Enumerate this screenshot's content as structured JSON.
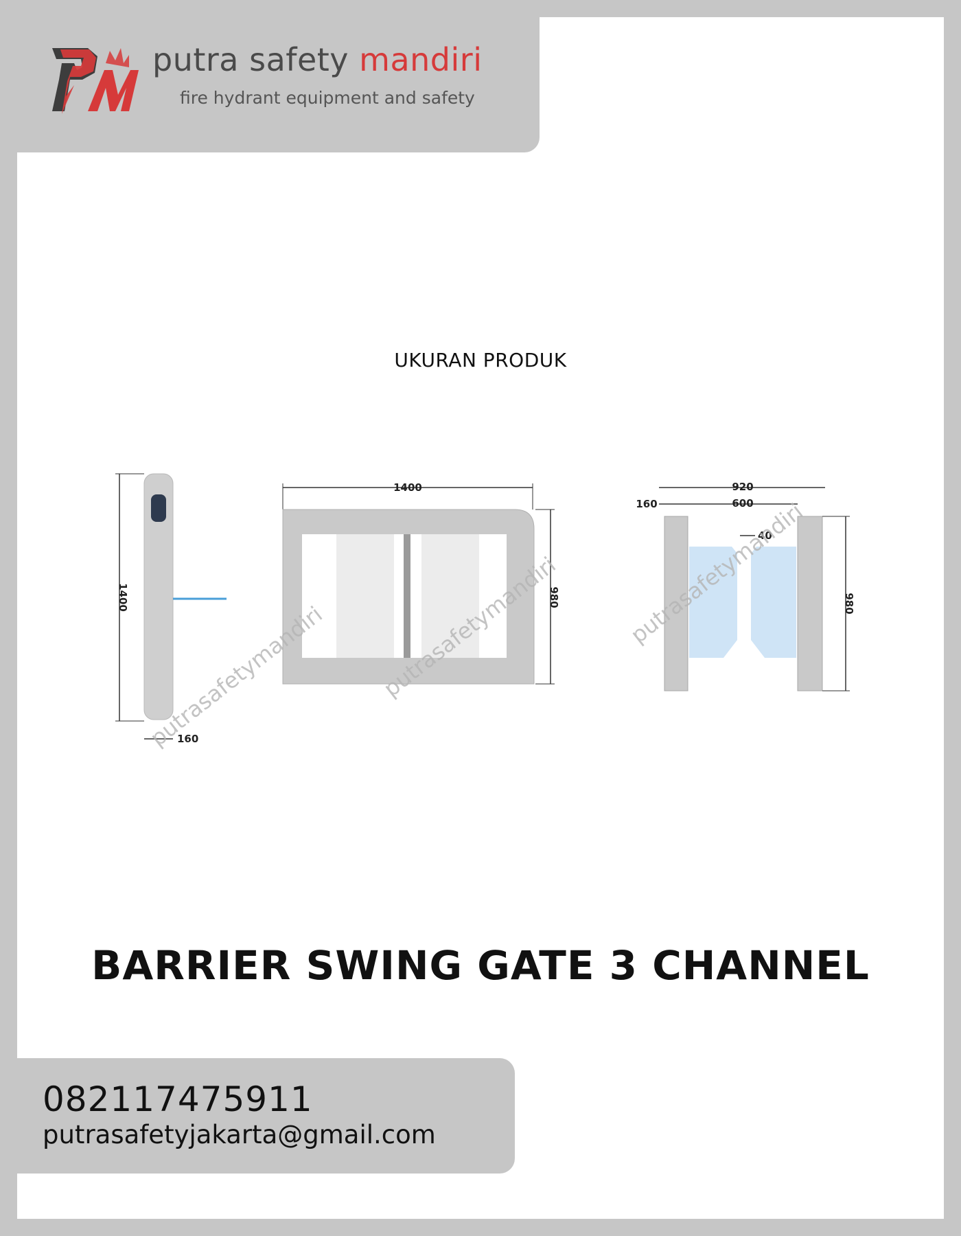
{
  "header": {
    "brand_prefix": "putra safety",
    "brand_accent": "mandiri",
    "tagline": "fire hydrant equipment and safety"
  },
  "section_title": "UKURAN PRODUK",
  "drawing": {
    "side_view": {
      "height": "1400",
      "width": "160"
    },
    "front_view": {
      "width": "1400",
      "height": "980"
    },
    "top_view": {
      "total": "920",
      "post": "160",
      "passage": "600",
      "gap": "40",
      "height": "980"
    },
    "watermark": "putrasafetymandiri"
  },
  "product_title": "BARRIER SWING GATE 3 CHANNEL",
  "contact": {
    "phone": "082117475911",
    "email": "putrasafetyjakarta@gmail.com"
  },
  "colors": {
    "frame_gray": "#c6c6c6",
    "accent_red": "#d63a3a",
    "glass_blue": "#cfe4f6"
  }
}
